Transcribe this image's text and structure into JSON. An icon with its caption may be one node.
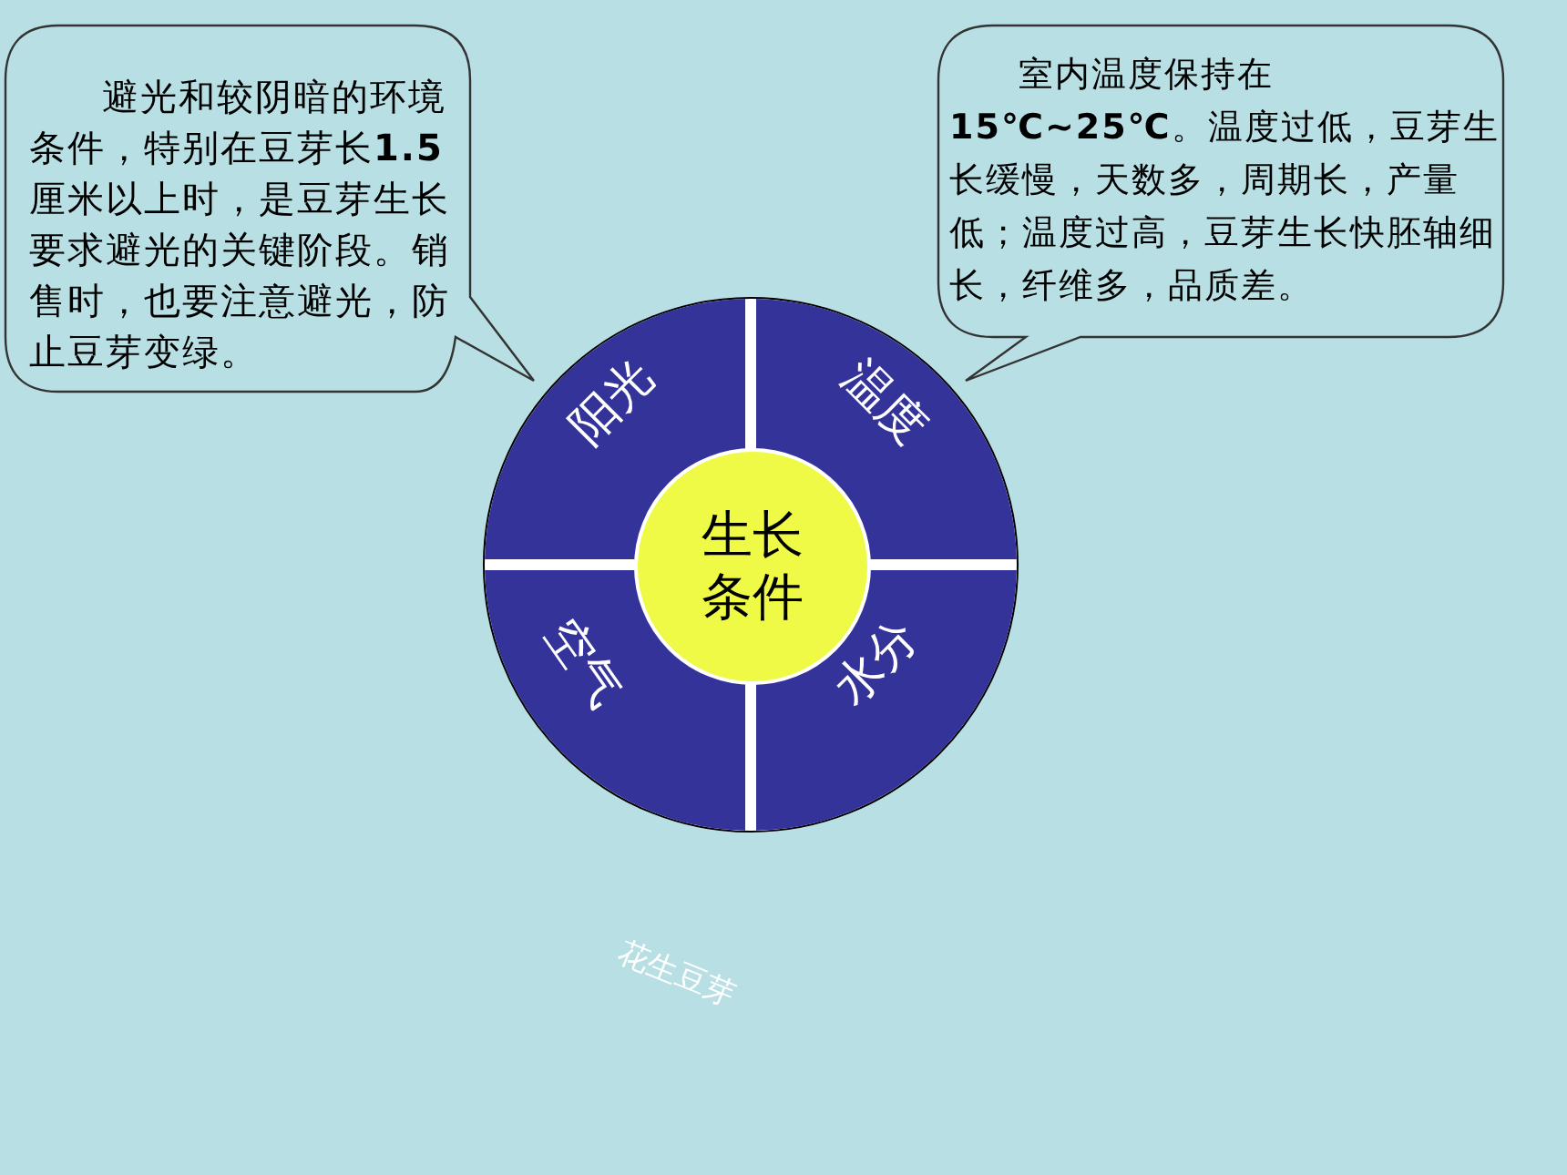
{
  "diagram": {
    "nodes": [
      {
        "text": [
          "避光和较阴暗的环境条件，特别在豆芽长**1.5**厘米以上时，是豆芽生长要求避光的关键阶段。销售时，也要注意避光，防止豆芽变绿。"
        ]
      },
      {
        "text": [
          "室内温度保持在**15℃~25℃**。温度过低，豆芽生长缓慢，天数多，周期长，产量低；温度过高，豆芽生长快胚轴细长，纤维多，品质差。"
        ]
      },
      {
        "text": [],
        "shape": "circle"
      },
      {
        "text": [
          "阳光"
        ],
        "in": 2
      },
      {
        "text": [
          "温度"
        ],
        "in": 2
      },
      {
        "text": [
          "生长条件"
        ],
        "in": 2
      },
      {
        "text": [
          "空气"
        ],
        "in": 2
      },
      {
        "text": [
          "水分"
        ],
        "in": 2
      }
    ],
    "edges": [],
    "labels": [
      "花生豆芽"
    ]
  }
}
